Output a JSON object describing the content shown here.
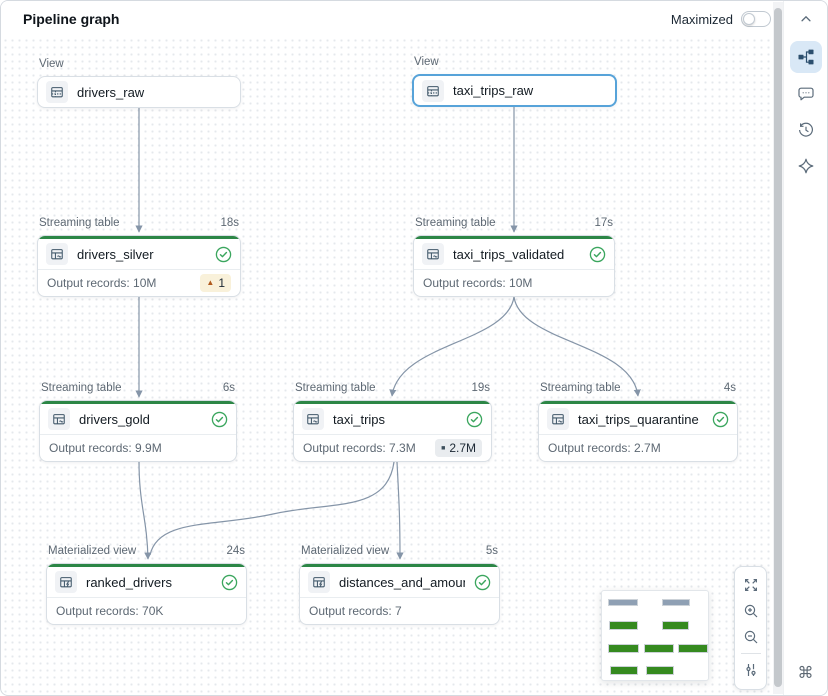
{
  "header": {
    "title": "Pipeline graph",
    "maximized_label": "Maximized",
    "maximized_on": false
  },
  "nodes": [
    {
      "type": "View",
      "title": "drivers_raw"
    },
    {
      "type": "View",
      "title": "taxi_trips_raw",
      "selected": true
    },
    {
      "type": "Streaming table",
      "duration": "18s",
      "title": "drivers_silver",
      "status": "success",
      "records": "Output records: 10M",
      "warn_badge": "1"
    },
    {
      "type": "Streaming table",
      "duration": "17s",
      "title": "taxi_trips_validated",
      "status": "success",
      "records": "Output records: 10M"
    },
    {
      "type": "Streaming table",
      "duration": "6s",
      "title": "drivers_gold",
      "status": "success",
      "records": "Output records: 9.9M"
    },
    {
      "type": "Streaming table",
      "duration": "19s",
      "title": "taxi_trips",
      "status": "success",
      "records": "Output records: 7.3M",
      "metric_badge": "2.7M"
    },
    {
      "type": "Streaming table",
      "duration": "4s",
      "title": "taxi_trips_quarantine",
      "status": "success",
      "records": "Output records: 2.7M"
    },
    {
      "type": "Materialized view",
      "duration": "24s",
      "title": "ranked_drivers",
      "status": "success",
      "records": "Output records: 70K"
    },
    {
      "type": "Materialized view",
      "duration": "5s",
      "title": "distances_and_amounts_b...",
      "status": "success",
      "records": "Output records: 7"
    }
  ],
  "glyphs": {
    "warning_triangle": "▲",
    "metric_square": "■",
    "command": "⌘"
  },
  "minimap": {
    "rows": [
      {
        "color": "gray",
        "count": 2
      },
      {
        "color": "green",
        "count": 2
      },
      {
        "color": "green",
        "count": 3
      },
      {
        "color": "green",
        "count": 2
      }
    ]
  },
  "colors": {
    "selected_border": "#57a3d9",
    "success_green": "#3ba65e",
    "node_top_bar_green": "#2c8646",
    "warning_amber": "#b05a1e",
    "edge_gray": "#8595a8",
    "minimap_green": "#358a1f",
    "minimap_gray": "#8fa0b4"
  }
}
